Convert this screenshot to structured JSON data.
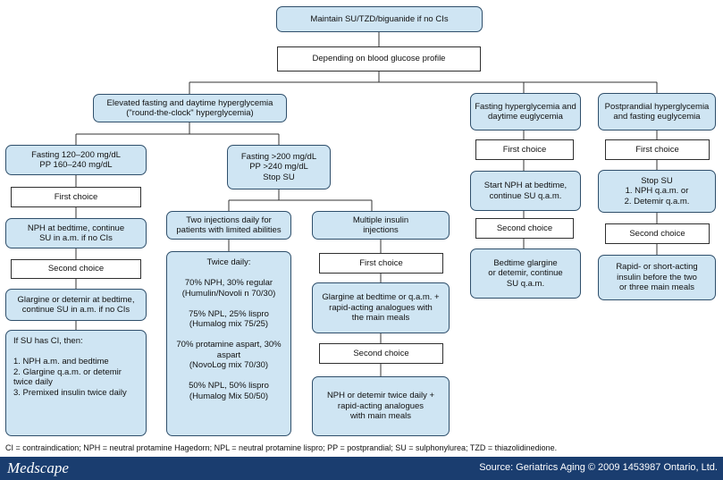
{
  "nodes": {
    "root": "Maintain SU/TZD/biguanide if no CIs",
    "profile": "Depending on blood glucose profile",
    "elevated": "Elevated fasting and daytime hyperglycemia\n(\"round-the-clock\" hyperglycemia)",
    "fasting_euglycemia": "Fasting hyperglycemia and\ndaytime euglycemia",
    "postprandial": "Postprandial hyperglycemia\nand fasting euglycemia",
    "fasting_120": "Fasting 120–200 mg/dL\nPP 160–240 mg/dL",
    "fasting_200": "Fasting >200 mg/dL\nPP >240 mg/dL\nStop SU",
    "a_first_choice": "First choice",
    "a_nph": "NPH at bedtime, continue\nSU in a.m. if no CIs",
    "a_second_choice": "Second choice",
    "a_glargine": "Glargine or detemir at bedtime,\ncontinue SU in a.m. if no CIs",
    "a_if_su": "If SU has CI, then:\n\n1. NPH a.m. and bedtime\n2. Glargine q.a.m. or detemir\n    twice daily\n3. Premixed insulin twice daily",
    "two_injections": "Two injections daily for\npatients with limited abilities",
    "twice_daily": "Twice daily:\n\n70% NPH, 30% regular\n(Humulin/Novoli n 70/30)\n\n75% NPL, 25% lispro\n(Humalog mix 75/25)\n\n70% protamine aspart, 30%\naspart\n(NovoLog mix 70/30)\n\n50% NPL, 50% lispro\n(Humalog Mix 50/50)",
    "multiple": "Multiple insulin\ninjections",
    "m_first_choice": "First choice",
    "m_glargine": "Glargine at bedtime or q.a.m. +\nrapid-acting analogues with\nthe main meals",
    "m_second_choice": "Second choice",
    "m_nph": "NPH or detemir twice daily +\nrapid-acting analogues\nwith main meals",
    "f_first_choice": "First choice",
    "f_start_nph": "Start NPH at bedtime,\ncontinue SU q.a.m.",
    "f_second_choice": "Second choice",
    "f_bedtime": "Bedtime glargine\nor detemir, continue\nSU q.a.m.",
    "p_first_choice": "First choice",
    "p_stop_su": "Stop SU\n1. NPH q.a.m. or\n2. Detemir q.a.m.",
    "p_second_choice": "Second choice",
    "p_rapid": "Rapid- or short-acting\ninsulin before the two\nor three main meals"
  },
  "footnote": "CI = contraindication; NPH = neutral protamine Hagedorn; NPL = neutral protamine lispro; PP = postprandial; SU = sulphonylurea; TZD = thiazolidinedione.",
  "footer": {
    "brand": "Medscape",
    "source": "Source: Geriatrics Aging © 2009 1453987 Ontario, Ltd."
  },
  "colors": {
    "box_fill": "#cfe5f3",
    "box_border": "#2f4f6b",
    "footer_bar": "#1a3d6f"
  }
}
